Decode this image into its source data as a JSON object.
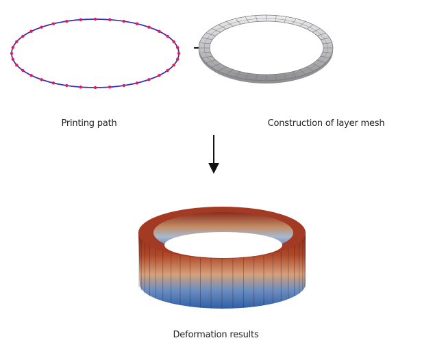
{
  "labels": {
    "printing_path": "Printing path",
    "layer_mesh": "Construction of layer mesh",
    "deformation": "Deformation results"
  },
  "colors": {
    "path_line": "#3a2fbf",
    "path_points": "#f0194a",
    "mesh_grey": "#c8c8cc",
    "hot": "#a8331f",
    "mid": "#d9a47a",
    "cold": "#3d6fb5"
  },
  "path_point_count": 36
}
